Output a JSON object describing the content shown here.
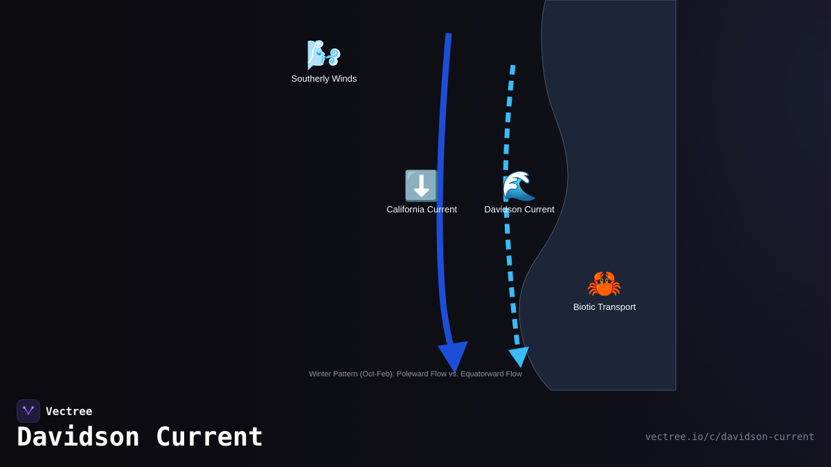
{
  "diagram": {
    "nodes": [
      {
        "id": "southerly-winds",
        "emoji": "🌬️",
        "label": "Southerly Winds"
      },
      {
        "id": "california-current",
        "emoji": "⬇️",
        "label": "California Current"
      },
      {
        "id": "davidson-current",
        "emoji": "🌊",
        "label": "Davidson Current"
      },
      {
        "id": "biotic-transport",
        "emoji": "🦀",
        "label": "Biotic Transport"
      }
    ],
    "caption": "Winter Pattern (Oct-Feb): Poleward Flow vs. Equatorward Flow",
    "colors": {
      "california_current": "#1d4ed8",
      "davidson_current": "#38bdf8",
      "coast_fill": "#1c2638",
      "coast_stroke": "#4b5568"
    }
  },
  "brand": {
    "name": "Vectree",
    "logo_icon": "vectree-logo-icon"
  },
  "title": "Davidson Current",
  "url": "vectree.io/c/davidson-current"
}
